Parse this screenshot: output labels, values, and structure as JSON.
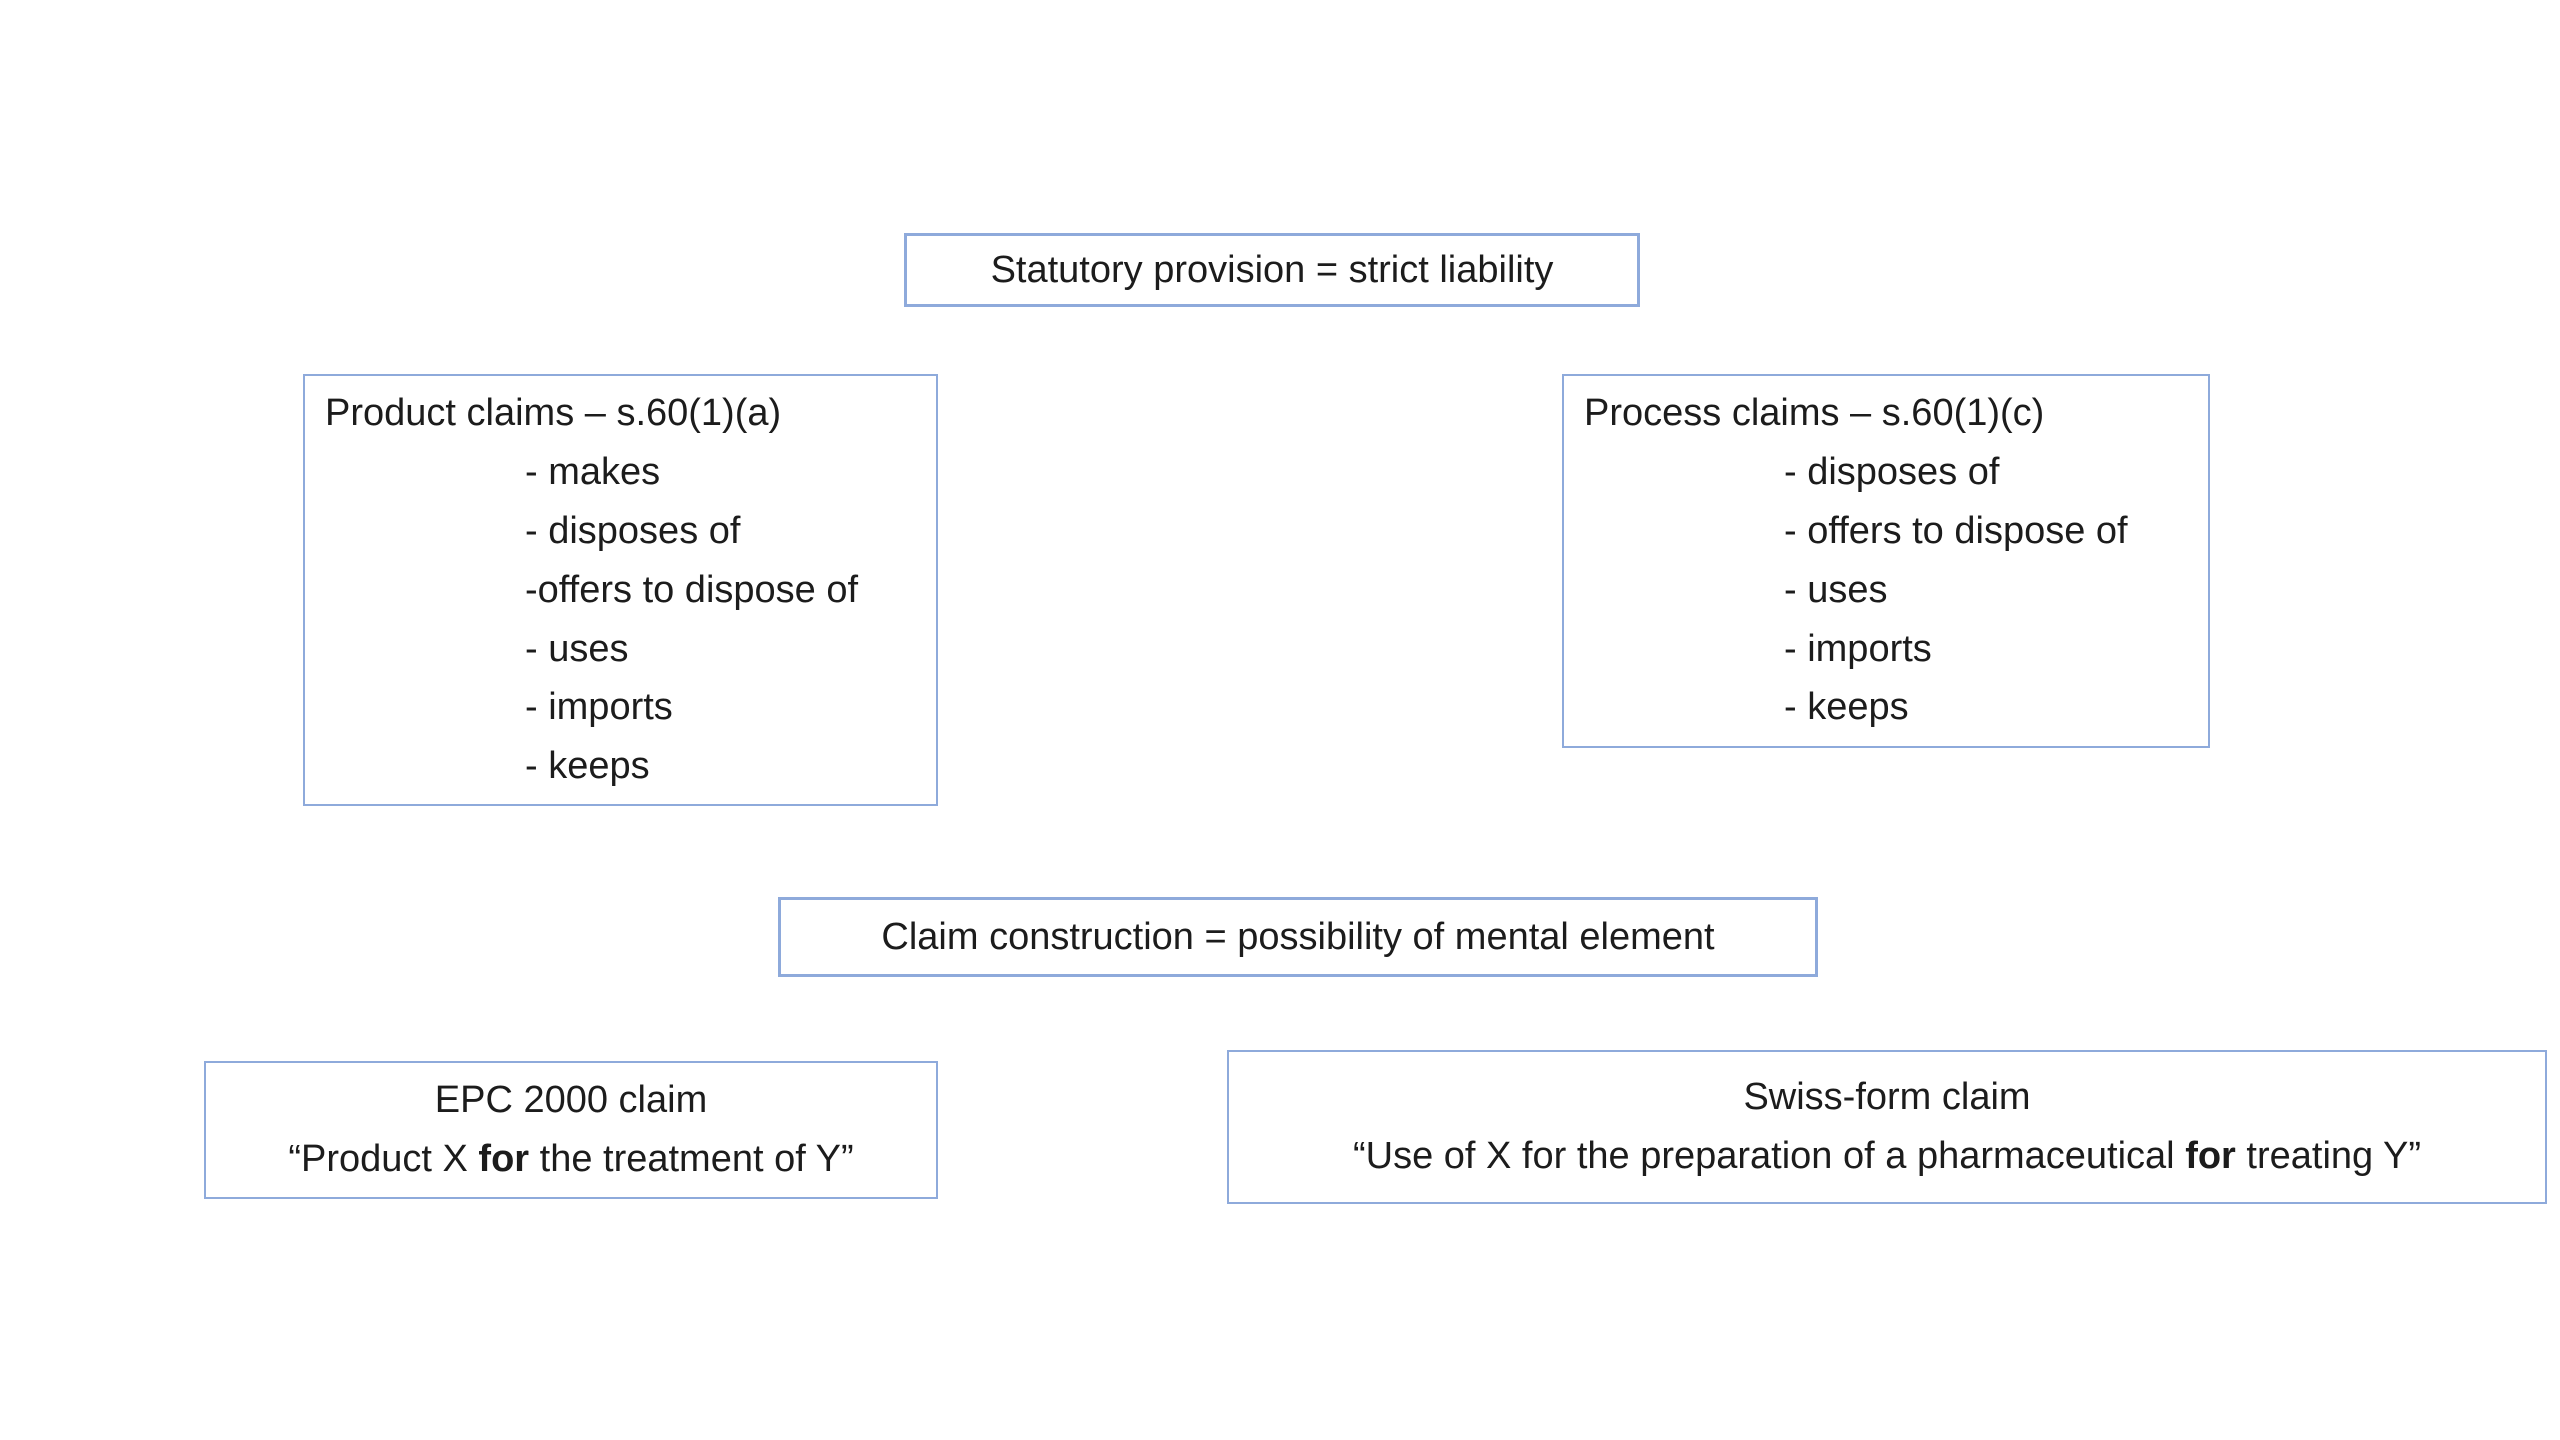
{
  "statutory_box": {
    "label": "Statutory provision = strict liability"
  },
  "product_box": {
    "title": "Product claims – s.60(1)(a)",
    "items": [
      "- makes",
      "- disposes of",
      "-offers to dispose of",
      "- uses",
      "- imports",
      "- keeps"
    ]
  },
  "process_box": {
    "title": "Process claims – s.60(1)(c)",
    "items": [
      "- disposes of",
      "- offers to dispose of",
      "- uses",
      "- imports",
      "- keeps"
    ]
  },
  "construction_box": {
    "label": "Claim construction = possibility of mental element"
  },
  "epc_box": {
    "title": "EPC 2000 claim",
    "quote_prefix": "“Product X ",
    "quote_bold": "for",
    "quote_suffix": " the treatment of Y”"
  },
  "swiss_box": {
    "title": "Swiss-form claim",
    "quote_prefix": "“Use of X for the preparation of a pharmaceutical ",
    "quote_bold": "for",
    "quote_suffix": " treating Y”"
  },
  "colors": {
    "box_border": "#8eaadb",
    "text": "#1c1c1c",
    "background": "#ffffff"
  }
}
